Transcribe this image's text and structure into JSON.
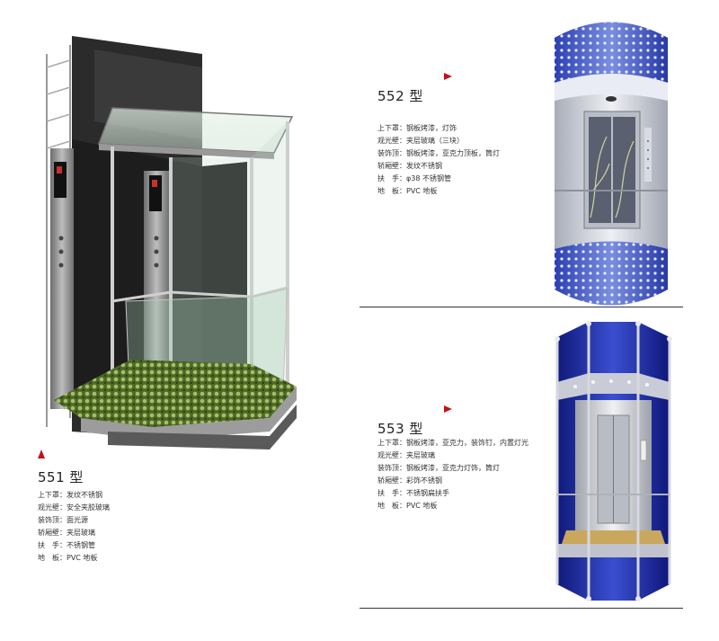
{
  "models": [
    {
      "id": "551",
      "title": "551 型",
      "specs": [
        {
          "key": "上下罩：",
          "value": "发纹不锈钢"
        },
        {
          "key": "观光壁：",
          "value": "安全夹胶玻璃"
        },
        {
          "key": "装饰顶：",
          "value": "面光源"
        },
        {
          "key": "轿厢壁：",
          "value": "夹层玻璃"
        },
        {
          "key": "扶　手：",
          "value": "不锈钢管"
        },
        {
          "key": "地　板：",
          "value": "PVC 地板"
        }
      ]
    },
    {
      "id": "552",
      "title": "552 型",
      "specs": [
        {
          "key": "上下罩：",
          "value": "钢板烤漆，灯饰"
        },
        {
          "key": "观光壁：",
          "value": "夹层玻璃（三块）"
        },
        {
          "key": "装饰顶：",
          "value": "钢板烤漆，亚克力顶板，筒灯"
        },
        {
          "key": "轿厢壁：",
          "value": "发纹不锈钢"
        },
        {
          "key": "扶　手：",
          "value": "φ38 不锈钢管"
        },
        {
          "key": "地　板：",
          "value": "PVC 地板"
        }
      ]
    },
    {
      "id": "553",
      "title": "553 型",
      "specs": [
        {
          "key": "上下罩：",
          "value": "钢板烤漆，亚克力，装饰钉，内置灯光"
        },
        {
          "key": "观光壁：",
          "value": "夹层玻璃"
        },
        {
          "key": "装饰顶：",
          "value": "钢板烤漆，亚克力灯饰，筒灯"
        },
        {
          "key": "轿厢壁：",
          "value": "彩饰不锈钢"
        },
        {
          "key": "扶　手：",
          "value": "不锈钢扁扶手"
        },
        {
          "key": "地　板：",
          "value": "PVC 地板"
        }
      ]
    }
  ],
  "colors": {
    "accent_arrow": "#c0141b",
    "frame_dark": "#2a2a2a",
    "blue_panel": "#1c2a9e",
    "perforated_blue": "#5a6fd0"
  }
}
